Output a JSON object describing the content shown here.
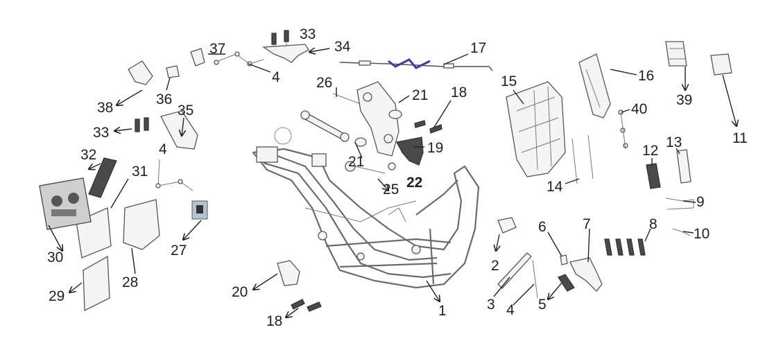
{
  "diagram": {
    "callouts": [
      {
        "id": "c33a",
        "label": "33"
      },
      {
        "id": "c34",
        "label": "34"
      },
      {
        "id": "c17",
        "label": "17"
      },
      {
        "id": "c37",
        "label": "37"
      },
      {
        "id": "c4a",
        "label": "4"
      },
      {
        "id": "c26",
        "label": "26"
      },
      {
        "id": "c21a",
        "label": "21"
      },
      {
        "id": "c18a",
        "label": "18"
      },
      {
        "id": "c15",
        "label": "15"
      },
      {
        "id": "c16",
        "label": "16"
      },
      {
        "id": "c39",
        "label": "39"
      },
      {
        "id": "c11",
        "label": "11"
      },
      {
        "id": "c38",
        "label": "38"
      },
      {
        "id": "c36",
        "label": "36"
      },
      {
        "id": "c35",
        "label": "35"
      },
      {
        "id": "c33b",
        "label": "33"
      },
      {
        "id": "c40",
        "label": "40"
      },
      {
        "id": "c19",
        "label": "19"
      },
      {
        "id": "c21b",
        "label": "21"
      },
      {
        "id": "c22",
        "label": "22"
      },
      {
        "id": "c25",
        "label": "25"
      },
      {
        "id": "c4b",
        "label": "4"
      },
      {
        "id": "c32",
        "label": "32"
      },
      {
        "id": "c31",
        "label": "31"
      },
      {
        "id": "c12",
        "label": "12"
      },
      {
        "id": "c13",
        "label": "13"
      },
      {
        "id": "c14",
        "label": "14"
      },
      {
        "id": "c9",
        "label": "9"
      },
      {
        "id": "c8",
        "label": "8"
      },
      {
        "id": "c10",
        "label": "10"
      },
      {
        "id": "c6",
        "label": "6"
      },
      {
        "id": "c7",
        "label": "7"
      },
      {
        "id": "c27",
        "label": "27"
      },
      {
        "id": "c30",
        "label": "30"
      },
      {
        "id": "c2",
        "label": "2"
      },
      {
        "id": "c28",
        "label": "28"
      },
      {
        "id": "c29",
        "label": "29"
      },
      {
        "id": "c20",
        "label": "20"
      },
      {
        "id": "c3",
        "label": "3"
      },
      {
        "id": "c4c",
        "label": "4"
      },
      {
        "id": "c5",
        "label": "5"
      },
      {
        "id": "c1",
        "label": "1"
      },
      {
        "id": "c18b",
        "label": "18"
      }
    ]
  }
}
